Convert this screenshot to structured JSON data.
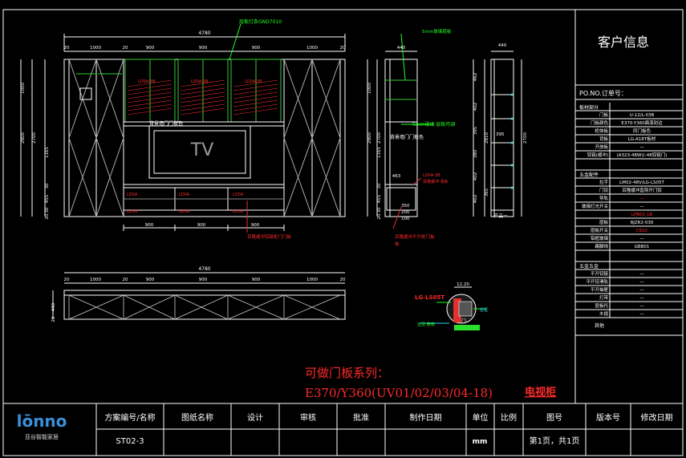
{
  "colors": {
    "background": "#000000",
    "line": "#ffffff",
    "dim": "#cfcfcf",
    "glass": "#33cc33",
    "note_red": "#ff2a2a",
    "note_green": "#22ff22",
    "cyan": "#33d6e6",
    "yellow": "#f5e14a",
    "logo_blue": "#3a8fd8"
  },
  "front_view": {
    "overall_width": "4780",
    "top_segments": [
      "20",
      "1000",
      "20",
      "900",
      "900",
      "900",
      "1000",
      "20"
    ],
    "left_heights": [
      "1000",
      "2700",
      "2800",
      "1165",
      "30",
      "455",
      "30",
      "20"
    ],
    "tv_label": "TV",
    "green_note": "层板灯条GND7010",
    "red_panel_label": "LD0A-3B",
    "mid_label": "背景墙门门板色",
    "bottom_segments": [
      "900",
      "900",
      "900"
    ],
    "bottom_note": "百隆缓冲铰链柜门门板",
    "red_drawer_label": "LD0A"
  },
  "side_view": {
    "width_label": "440",
    "glass_note": "5mm玻璃层板",
    "heights": [
      "1000",
      "2700",
      "2800",
      "1165",
      "30",
      "455",
      "30",
      "20"
    ],
    "green_note": "5mm玻璃 层板可调",
    "mid_label": "背景墙门门板色",
    "drawer_width": "463",
    "drawer_dims": [
      "350",
      "200",
      "100"
    ],
    "red_note_1": "LD0A-3B",
    "red_note_2": "百隆缓冲 滑轨",
    "red_note_3": "百隆缓冲平开柜门板",
    "red_note_4": "板"
  },
  "right_view": {
    "width_label": "440",
    "dims": [
      "462",
      "402",
      "395",
      "380",
      "402",
      "402",
      "2700",
      "2810",
      "365"
    ],
    "mid_dim": "395",
    "bottom_label": "产品一"
  },
  "plan_view": {
    "overall_width": "4780",
    "segments": [
      "20",
      "1000",
      "20",
      "900",
      "900",
      "900",
      "1000",
      "20"
    ],
    "depth_labels": [
      "440",
      "20"
    ]
  },
  "detail": {
    "label": "LG-LS05T",
    "dim_top": "12.20",
    "note_green": "边沿 玻璃",
    "note_cyan": "铝框",
    "bottom_label": "门"
  },
  "annotation": {
    "line1": "可做门板系列：",
    "line2": "E370/Y360(UV01/02/03/04-18)",
    "line2_suffix": "电视柜"
  },
  "info_panel": {
    "title": "客户信息",
    "order_label": "PO.NO.订单号：",
    "section1": "板材部分",
    "section1_rows": [
      [
        "门板",
        "U-12/L-03B"
      ],
      [
        "门板颜色",
        "E370-Y360面漆封边"
      ],
      [
        "柜体板",
        "同门板色"
      ],
      [
        "背板",
        "LG-A18T板材"
      ],
      [
        "开放板",
        "—"
      ],
      [
        "铰链(缓冲)",
        "(A323-48W)(-48铰链门)"
      ]
    ],
    "section2": "五金配件",
    "section2_rows": [
      [
        "拉手",
        "LM02-48V/LG-LS05T"
      ],
      [
        "门铰",
        "百隆缓冲直臂开门铰"
      ],
      [
        "导轨",
        "—"
      ],
      [
        "玻璃灯光开关",
        "—"
      ],
      [
        "",
        "LPB01-18"
      ],
      [
        "层板",
        "8JZR2-030"
      ],
      [
        "层板开关",
        "CSS2"
      ],
      [
        "铝框玻璃",
        "—"
      ],
      [
        "踢脚线",
        "GBB01"
      ]
    ],
    "section3": "五金五金",
    "section3_rows": [
      [
        "平开铰链",
        "—"
      ],
      [
        "平开铰滑轨",
        "—"
      ],
      [
        "平开抽屉",
        "—"
      ],
      [
        "灯带",
        "—"
      ],
      [
        "层板托",
        "—"
      ],
      [
        "木插",
        "—"
      ]
    ],
    "remarks": "其他"
  },
  "title_block": {
    "logo_text": "lōnno",
    "logo_sub": "亚谷智能家居",
    "headers": [
      "方案编号/名称",
      "图纸名称",
      "设计",
      "审核",
      "批准",
      "制作日期",
      "单位",
      "比例",
      "图号",
      "版本号",
      "修改日期"
    ],
    "plan_number": "ST02-3",
    "unit_value": "mm",
    "sheet_value": "第1页，共1页"
  }
}
